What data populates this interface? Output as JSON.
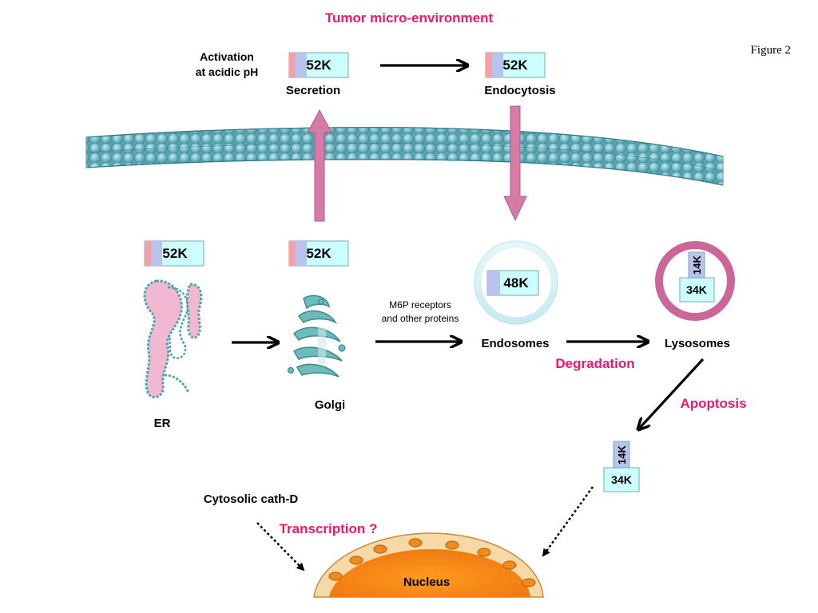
{
  "title": "Tumor micro-environment",
  "figure_label": "Figure 2",
  "labels": {
    "activation_line1": "Activation",
    "activation_line2": "at acidic pH",
    "secretion": "Secretion",
    "endocytosis": "Endocytosis",
    "m6p_line1": "M6P receptors",
    "m6p_line2": "and other proteins",
    "endosomes": "Endosomes",
    "lysosomes": "Lysosomes",
    "degradation": "Degradation",
    "apoptosis": "Apoptosis",
    "er": "ER",
    "golgi": "Golgi",
    "cytosolic": "Cytosolic cath-D",
    "transcription": "Transcription ?",
    "nucleus": "Nucleus"
  },
  "proteins": {
    "secretion_box": "52K",
    "endocytosis_box": "52K",
    "er_box": "52K",
    "golgi_box": "52K",
    "endosome_box": "48K",
    "lysosome_heavy": "34K",
    "lysosome_light": "14K",
    "cytosol_heavy": "34K",
    "cytosol_light": "14K"
  },
  "colors": {
    "title_accent": "#e8196e",
    "protein_box": "#ccffff",
    "prosegment": "#f4a0a8",
    "propeptide": "#b8c4ee",
    "membrane": "#6fb6c2",
    "transport_arrow": "#d77aa6",
    "er_fill": "#f2b8d2",
    "golgi_fill": "#6bbcbc",
    "lysosome_ring": "#cc6699",
    "nucleus": "#f08a1c"
  }
}
